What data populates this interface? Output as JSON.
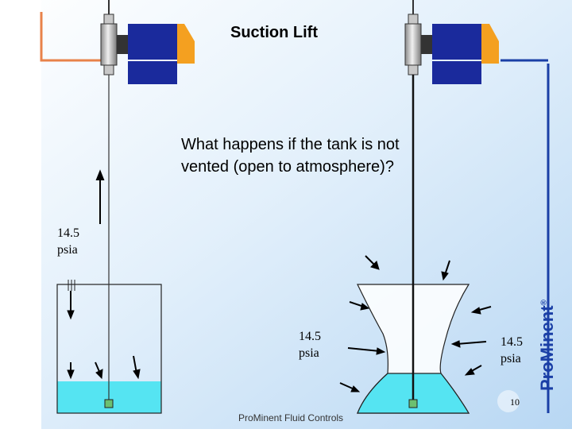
{
  "slide": {
    "title": "Suction Lift",
    "question": "What happens if the tank is not vented (open to atmosphere)?",
    "pressure_left": "14.5 psia",
    "pressure_middle": "14.5 psia",
    "pressure_right": "14.5 psia",
    "footer": "ProMinent Fluid Controls",
    "page_number": "10",
    "brand": "ProMinent",
    "brand_mark": "®"
  },
  "colors": {
    "pump_blue": "#1a2a9c",
    "pump_orange": "#f4a020",
    "pipe_orange": "#e8824a",
    "liquid": "#55e4f2",
    "frame_blue": "#1a3fa6",
    "valve_gray": "#c8c8c8"
  }
}
